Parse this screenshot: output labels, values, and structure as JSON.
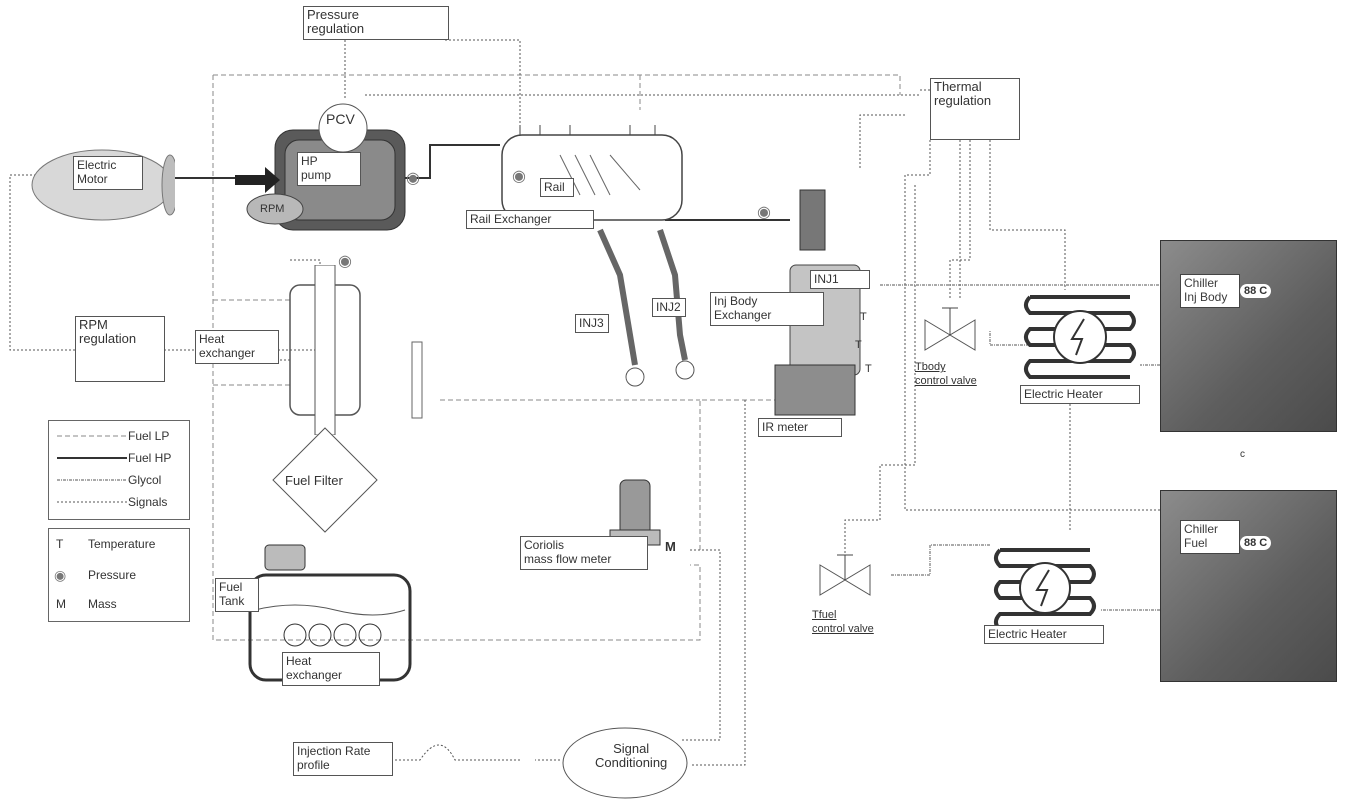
{
  "labels": {
    "pressure_regulation": "Pressure\nregulation",
    "thermal_regulation": "Thermal\nregulation",
    "pcv": "PCV",
    "hp_pump": "HP\npump",
    "rpm_sensor": "RPM",
    "electric_motor": "Electric\nMotor",
    "rail": "Rail",
    "rail_exchanger": "Rail Exchanger",
    "inj1": "INJ1",
    "inj2": "INJ2",
    "inj3": "INJ3",
    "inj_body_exchanger": "Inj Body\nExchanger",
    "ir_meter": "IR meter",
    "rpm_regulation": "RPM\nregulation",
    "heat_exchanger_top": "Heat\nexchanger",
    "fuel_filter": "Fuel Filter",
    "fuel_tank": "Fuel\nTank",
    "heat_exchanger_bottom": "Heat\nexchanger",
    "coriolis": "Coriolis\nmass flow meter",
    "mass_symbol": "M",
    "tbody_valve": "Tbody\ncontrol valve",
    "fuel_valve": "Tfuel\ncontrol valve",
    "electric_heater_1": "Electric Heater",
    "electric_heater_2": "Electric Heater",
    "chiller_injbody": "Chiller\nInj Body",
    "chiller_fuel": "Chiller\nFuel",
    "signal_conditioning": "Signal\nConditioning",
    "injection_rate_profile": "Injection Rate\nprofile",
    "temp_T1": "T",
    "temp_T2": "T",
    "temp_T3": "T",
    "chiller_display": "88 C",
    "stray_c": "c"
  },
  "legend_lines": [
    {
      "label": "Fuel LP",
      "style": "lp"
    },
    {
      "label": "Fuel HP",
      "style": "hp"
    },
    {
      "label": "Glycol",
      "style": "gly"
    },
    {
      "label": "Signals",
      "style": "sig"
    }
  ],
  "legend_symbols": [
    {
      "symbol": "T",
      "label": "Temperature"
    },
    {
      "symbol": "◉",
      "label": "Pressure"
    },
    {
      "symbol": "M",
      "label": "Mass"
    }
  ],
  "colors": {
    "line": "#555555",
    "component": "#cfcfcf",
    "dark": "#5a5a5a",
    "chiller": "#6e6e6e"
  }
}
